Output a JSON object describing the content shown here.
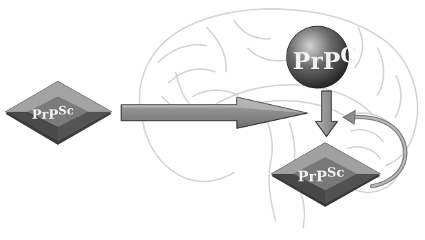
{
  "diagram": {
    "left_node": {
      "base": "PrP",
      "sup": "Sc"
    },
    "top_node": {
      "base": "PrP",
      "sup": "C"
    },
    "bottom_node": {
      "base": "PrP",
      "sup": "Sc"
    }
  },
  "colors": {
    "background": "#ffffff",
    "brain_outline": "#d6d6d6",
    "diamond_top": "#9a9a9a",
    "diamond_face": "#6e6e6e",
    "diamond_shadow": "#3e3e3e",
    "sphere_light": "#cfcfcf",
    "sphere_dark": "#1f1f1f",
    "arrow_fill": "#8a8a8a",
    "arrow_edge": "#3a3a3a",
    "curved_arrow": "#8c8c8c"
  }
}
